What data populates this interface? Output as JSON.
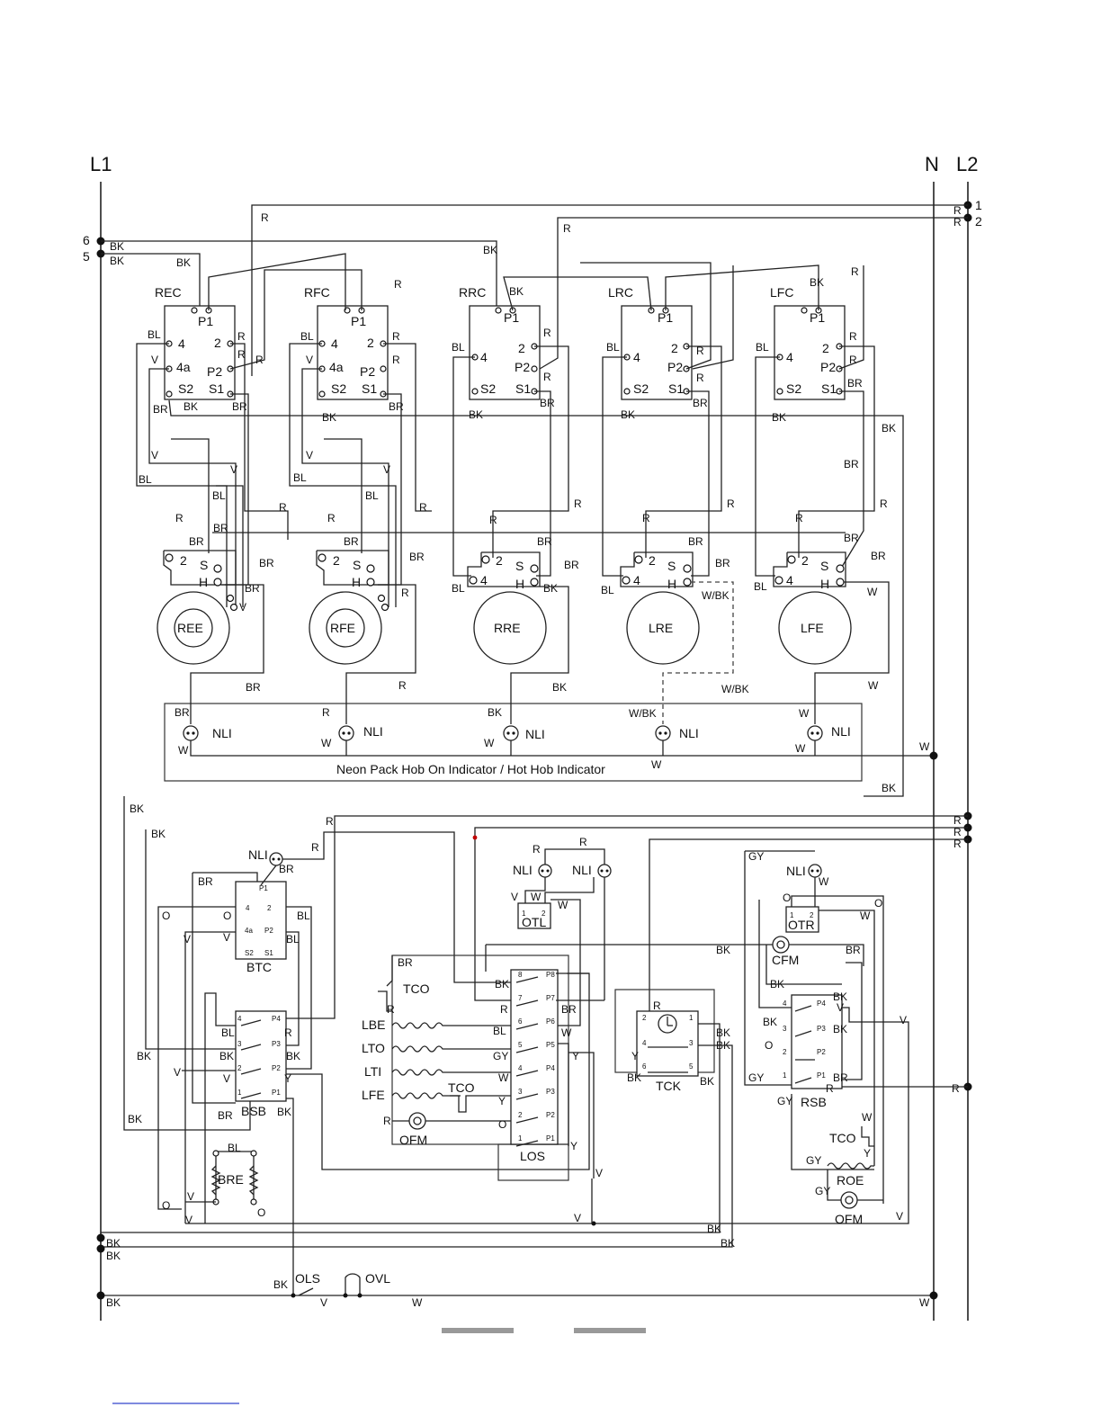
{
  "rails": {
    "l1": "L1",
    "n": "N",
    "l2": "L2"
  },
  "terminals": {
    "t1": "1",
    "t2": "2",
    "t5": "5",
    "t6": "6"
  },
  "controls": [
    {
      "id": "REC",
      "p1": "P1",
      "p2": "P2",
      "t2": "2",
      "t4": "4",
      "t4a": "4a",
      "s1": "S1",
      "s2": "S2"
    },
    {
      "id": "RFC",
      "p1": "P1",
      "p2": "P2",
      "t2": "2",
      "t4": "4",
      "t4a": "4a",
      "s1": "S1",
      "s2": "S2"
    },
    {
      "id": "RRC",
      "p1": "P1",
      "p2": "P2",
      "t2": "2",
      "t4": "4",
      "s1": "S1",
      "s2": "S2"
    },
    {
      "id": "LRC",
      "p1": "P1",
      "p2": "P2",
      "t2": "2",
      "t4": "4",
      "s1": "S1",
      "s2": "S2"
    },
    {
      "id": "LFC",
      "p1": "P1",
      "p2": "P2",
      "t2": "2",
      "t4": "4",
      "s1": "S1",
      "s2": "S2"
    }
  ],
  "elements": [
    "REE",
    "RFE",
    "RRE",
    "LRE",
    "LFE"
  ],
  "element_terms": {
    "t2": "2",
    "s": "S",
    "h": "H",
    "t4": "4",
    "t4a": "4a",
    "o": "O"
  },
  "neon": {
    "lamp": "NLI",
    "caption": "Neon Pack   Hob On Indicator / Hot Hob Indicator"
  },
  "colors": {
    "bk": "BK",
    "r": "R",
    "bl": "BL",
    "v": "V",
    "br": "BR",
    "w": "W",
    "wbk": "W/BK",
    "gy": "GY",
    "o": "O",
    "y": "Y"
  },
  "btc": {
    "label": "BTC",
    "nli": "NLI",
    "p1": "P1",
    "p2": "P2",
    "t2": "2",
    "t4": "4",
    "t4a": "4a",
    "s1": "S1",
    "s2": "S2"
  },
  "bsb": {
    "label": "BSB",
    "p1": "P1",
    "p2": "P2",
    "p3": "P3",
    "p4": "P4",
    "n1": "1",
    "n2": "2",
    "n3": "3",
    "n4": "4"
  },
  "bre": {
    "label": "BRE"
  },
  "otl": {
    "label": "OTL",
    "nli": "NLI",
    "n1": "1",
    "n2": "2"
  },
  "los": {
    "label": "LOS",
    "rows": [
      {
        "n": "8",
        "p": "P8"
      },
      {
        "n": "7",
        "p": "P7"
      },
      {
        "n": "6",
        "p": "P6"
      },
      {
        "n": "5",
        "p": "P5"
      },
      {
        "n": "4",
        "p": "P4"
      },
      {
        "n": "3",
        "p": "P3"
      },
      {
        "n": "2",
        "p": "P2"
      },
      {
        "n": "1",
        "p": "P1"
      }
    ]
  },
  "oven_loads": {
    "tco": "TCO",
    "lbe": "LBE",
    "lto": "LTO",
    "lti": "LTI",
    "lfe": "LFE",
    "tco2": "TCO",
    "ofm": "OFM"
  },
  "tck": {
    "label": "TCK",
    "n1": "1",
    "n2": "2",
    "n3": "3",
    "n4": "4",
    "n5": "5",
    "n6": "6"
  },
  "right_group": {
    "nli": "NLI",
    "otr": "OTR",
    "cfm": "CFM",
    "rsb": "RSB",
    "tco": "TCO",
    "roe": "ROE",
    "ofm": "OFM",
    "n1": "1",
    "n2": "2",
    "n3": "3",
    "n4": "4",
    "p1": "P1",
    "p2": "P2",
    "p3": "P3",
    "p4": "P4"
  },
  "bottom": {
    "ols": "OLS",
    "ovl": "OVL"
  }
}
